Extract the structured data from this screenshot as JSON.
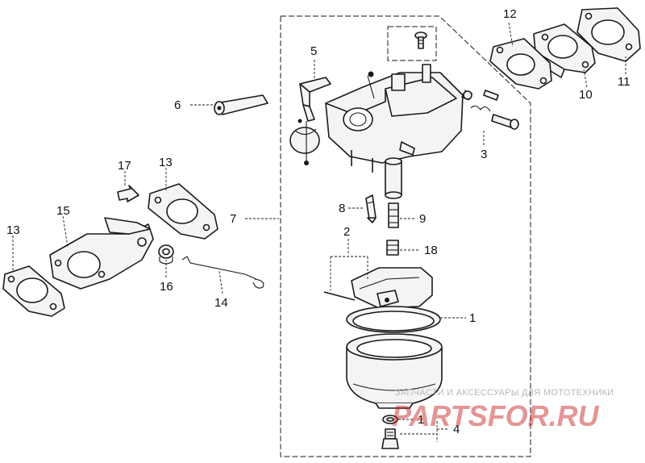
{
  "callouts": {
    "c1": "1",
    "c1b": "1",
    "c2": "2",
    "c3": "3",
    "c4": "4",
    "c5": "5",
    "c6": "6",
    "c7": "7",
    "c8": "8",
    "c9": "9",
    "c10": "10",
    "c11": "11",
    "c12": "12",
    "c13a": "13",
    "c13b": "13",
    "c14": "14",
    "c15": "15",
    "c16": "16",
    "c17": "17",
    "c18": "18"
  },
  "watermark": {
    "tagline": "ЗАПЧАСТИ И АКСЕССУАРЫ ДЛЯ МОТОТЕХНИКИ",
    "brand": "PARTSFOR.RU",
    "color": "#c41414"
  }
}
